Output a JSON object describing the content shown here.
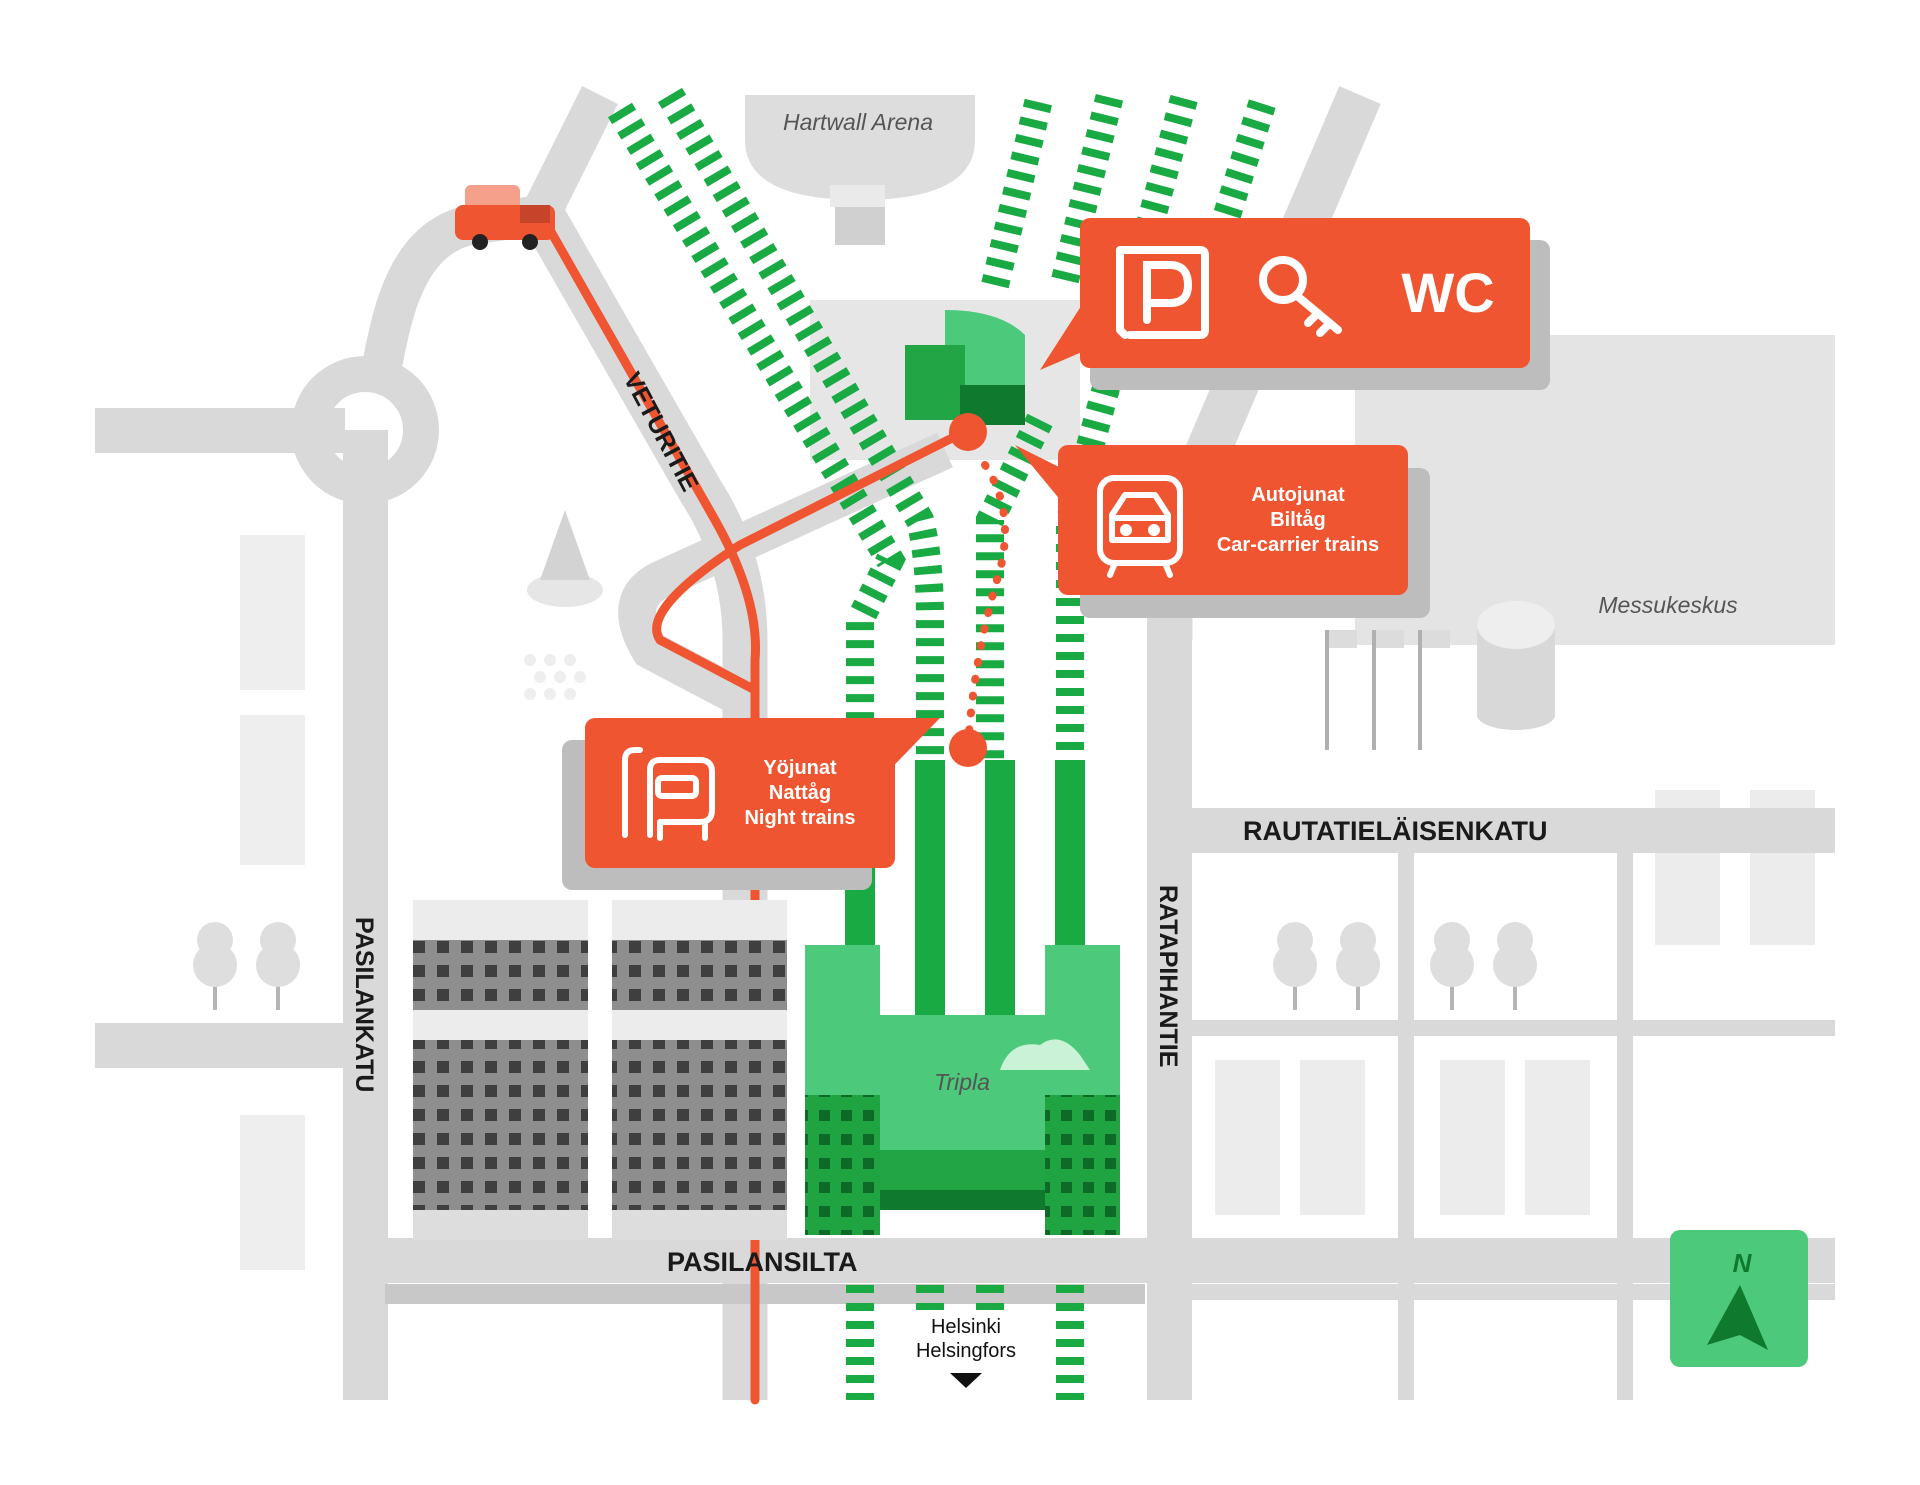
{
  "map": {
    "places": {
      "hartwall_arena": "Hartwall Arena",
      "messukeskus": "Messukeskus",
      "tripla": "Tripla"
    },
    "streets": {
      "veturitie": "VETURITIE",
      "pasilankatu": "PASILANKATU",
      "ratapihantie": "RATAPIHANTIE",
      "rautatielaisenkatu": "RAUTATIELÄISENKATU",
      "pasilansilta": "PASILANSILTA"
    },
    "callouts": {
      "services": {
        "icons": [
          "parking-icon",
          "key-icon",
          "wc-icon"
        ],
        "wc_label": "WC"
      },
      "car_carrier": {
        "icon": "car-train-icon",
        "line1": "Autojunat",
        "line2": "Biltåg",
        "line3": "Car-carrier trains"
      },
      "night_trains": {
        "icon": "night-train-icon",
        "line1": "Yöjunat",
        "line2": "Nattåg",
        "line3": "Night trains"
      }
    },
    "direction": {
      "line1": "Helsinki",
      "line2": "Helsingfors"
    },
    "compass": {
      "label": "N",
      "icon": "north-arrow-icon"
    },
    "colors": {
      "route": "#ee5530",
      "rail": "#1aaa44",
      "station": "#27b14e",
      "road": "#d9d9d9",
      "building": "#8a8a8a",
      "compass": "#4cc97a"
    }
  }
}
